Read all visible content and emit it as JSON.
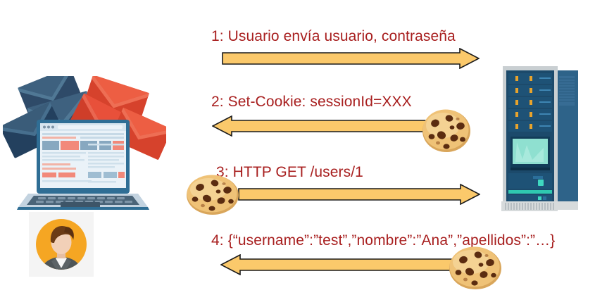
{
  "diagram": {
    "title": "Sequence of HTTP cookie session exchange between client and server",
    "background_color": "#FFFFFF",
    "label_color": "#A81F1F",
    "arrow_fill": "#FBC96B",
    "arrow_stroke": "#1A1A1A"
  },
  "messages": [
    {
      "id": "message-1",
      "label": "1: Usuario envía usuario, contraseña",
      "direction": "right",
      "has_cookie": false,
      "cookie_side": ""
    },
    {
      "id": "message-2",
      "label": "2: Set-Cookie: sessionId=XXX",
      "direction": "left",
      "has_cookie": true,
      "cookie_side": "right"
    },
    {
      "id": "message-3",
      "label": "3: HTTP GET /users/1",
      "direction": "right",
      "has_cookie": true,
      "cookie_side": "left"
    },
    {
      "id": "message-4",
      "label": "4: {“username”:”test”,”nombre”:”Ana”,”apellidos”:”…}",
      "direction": "left",
      "has_cookie": true,
      "cookie_side": "right"
    }
  ],
  "actors": {
    "client": {
      "name": "laptop-with-envelopes",
      "icon": "laptop-icon",
      "body_color": "#AFC4D6",
      "screen_color": "#E9F2F8",
      "envelope_dark_color": "#2E4A68",
      "envelope_red_color": "#E8503A"
    },
    "user": {
      "name": "user-avatar",
      "icon": "person-icon",
      "circle_color": "#F5A623",
      "hair_color": "#6B3B16",
      "suit_color": "#4E5558",
      "skin_color": "#F2D0B8",
      "backdrop_color": "#F4F4F4"
    },
    "server": {
      "name": "server-rack",
      "icon": "server-icon",
      "body_color": "#2E6389",
      "panel_color": "#174866",
      "led_color": "#E8A32C",
      "monitor_color": "#8FE0D0"
    }
  },
  "cookie": {
    "name": "cookie-icon",
    "dough_color": "#EBBC6E",
    "dough_light_color": "#F7D79B",
    "chip_color": "#5B2C10"
  }
}
